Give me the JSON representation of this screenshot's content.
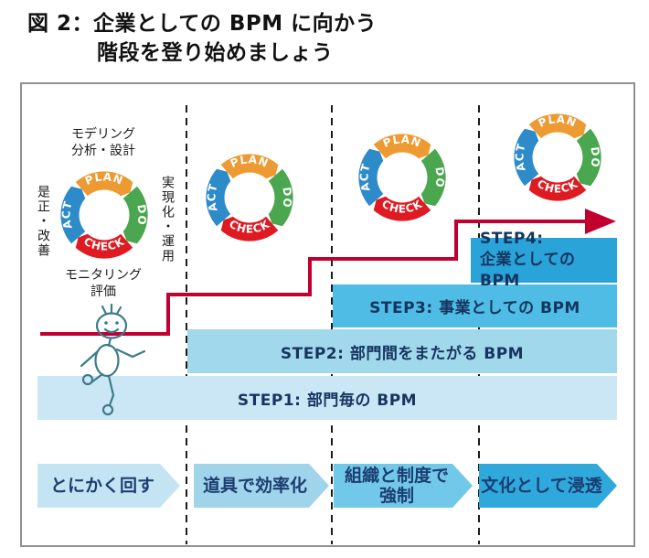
{
  "figure_title": {
    "line1": "図 2：企業としての BPM に向かう",
    "line2": "階段を登り始めましょう"
  },
  "pdca": {
    "plan": "PLAN",
    "do": "DO",
    "check": "CHECK",
    "act": "ACT"
  },
  "cycle_annotations": {
    "top_line1": "モデリング",
    "top_line2": "分析・設計",
    "right": "実現化・運用",
    "bottom_line1": "モニタリング",
    "bottom_line2": "評価",
    "left": "是正・改善"
  },
  "steps": [
    {
      "label": "STEP1: 部門毎の BPM",
      "color": "#cbe7f5"
    },
    {
      "label": "STEP2: 部門間をまたがる BPM",
      "color": "#a2d8ec"
    },
    {
      "label": "STEP3: 事業としての BPM",
      "color": "#4ebce4"
    },
    {
      "label": "STEP4:",
      "label_line2": "企業としての BPM",
      "color": "#29a3d8"
    }
  ],
  "phases": [
    {
      "label": "とにかく回す",
      "color": "#c5e4f3"
    },
    {
      "label": "道具で効率化",
      "color": "#9fd4ea"
    },
    {
      "label": "組織と制度で",
      "label_line2": "強制",
      "color": "#72c8e8"
    },
    {
      "label": "文化として浸透",
      "color": "#2fa8dc"
    }
  ],
  "colors": {
    "pdca_plan": "#ee9a33",
    "pdca_do": "#4aa64f",
    "pdca_check": "#de1b22",
    "pdca_act": "#2e8bca",
    "stair_arrow": "#c2002f",
    "figure_stroke": "#3d7b8a",
    "step_text": "#15355f",
    "dashed_line": "#1a1a1a",
    "panel_border": "#909090"
  }
}
